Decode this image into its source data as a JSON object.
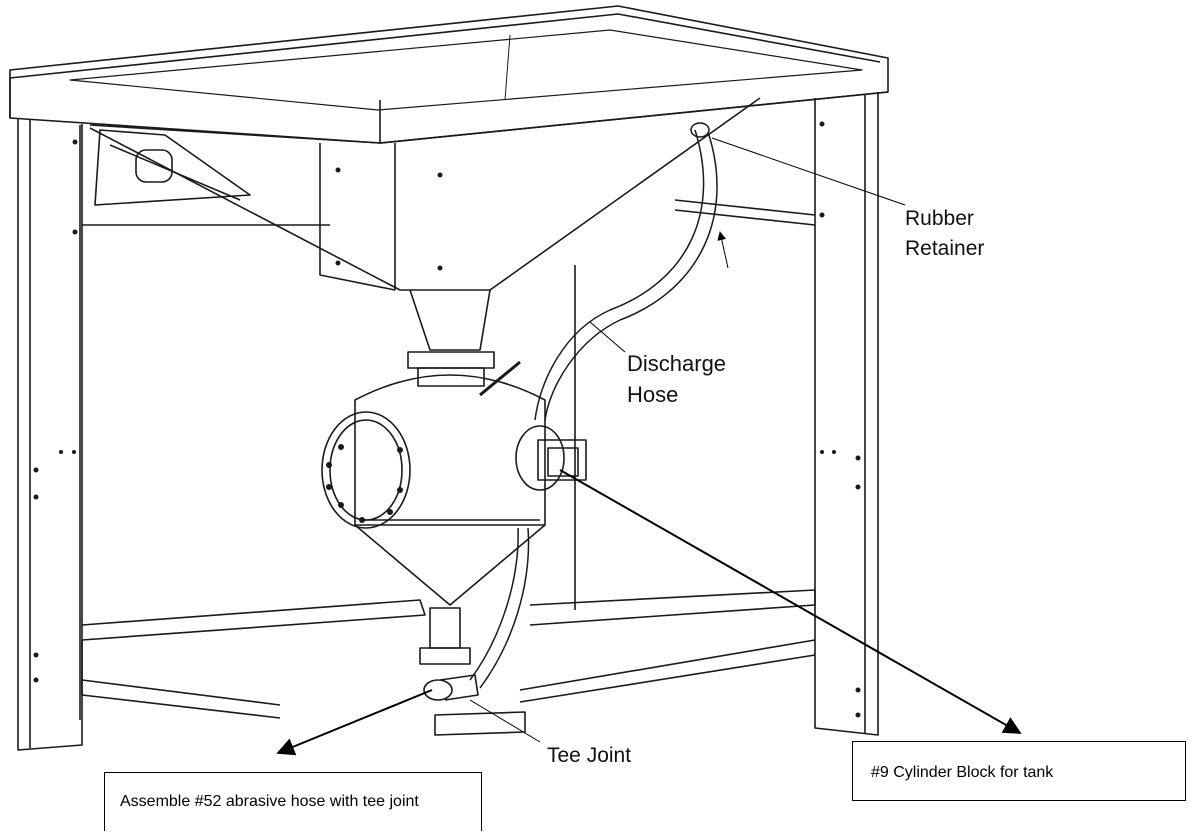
{
  "labels": {
    "rubber_retainer_1": "Rubber",
    "rubber_retainer_2": "Retainer",
    "discharge_hose_1": "Discharge",
    "discharge_hose_2": "Hose",
    "tee_joint": "Tee Joint"
  },
  "boxes": {
    "cylinder_block": "#9 Cylinder Block for tank",
    "abrasive_hose": "Assemble #52 abrasive hose with tee joint"
  },
  "colors": {
    "line": "#1a1a1a",
    "background": "#ffffff"
  }
}
